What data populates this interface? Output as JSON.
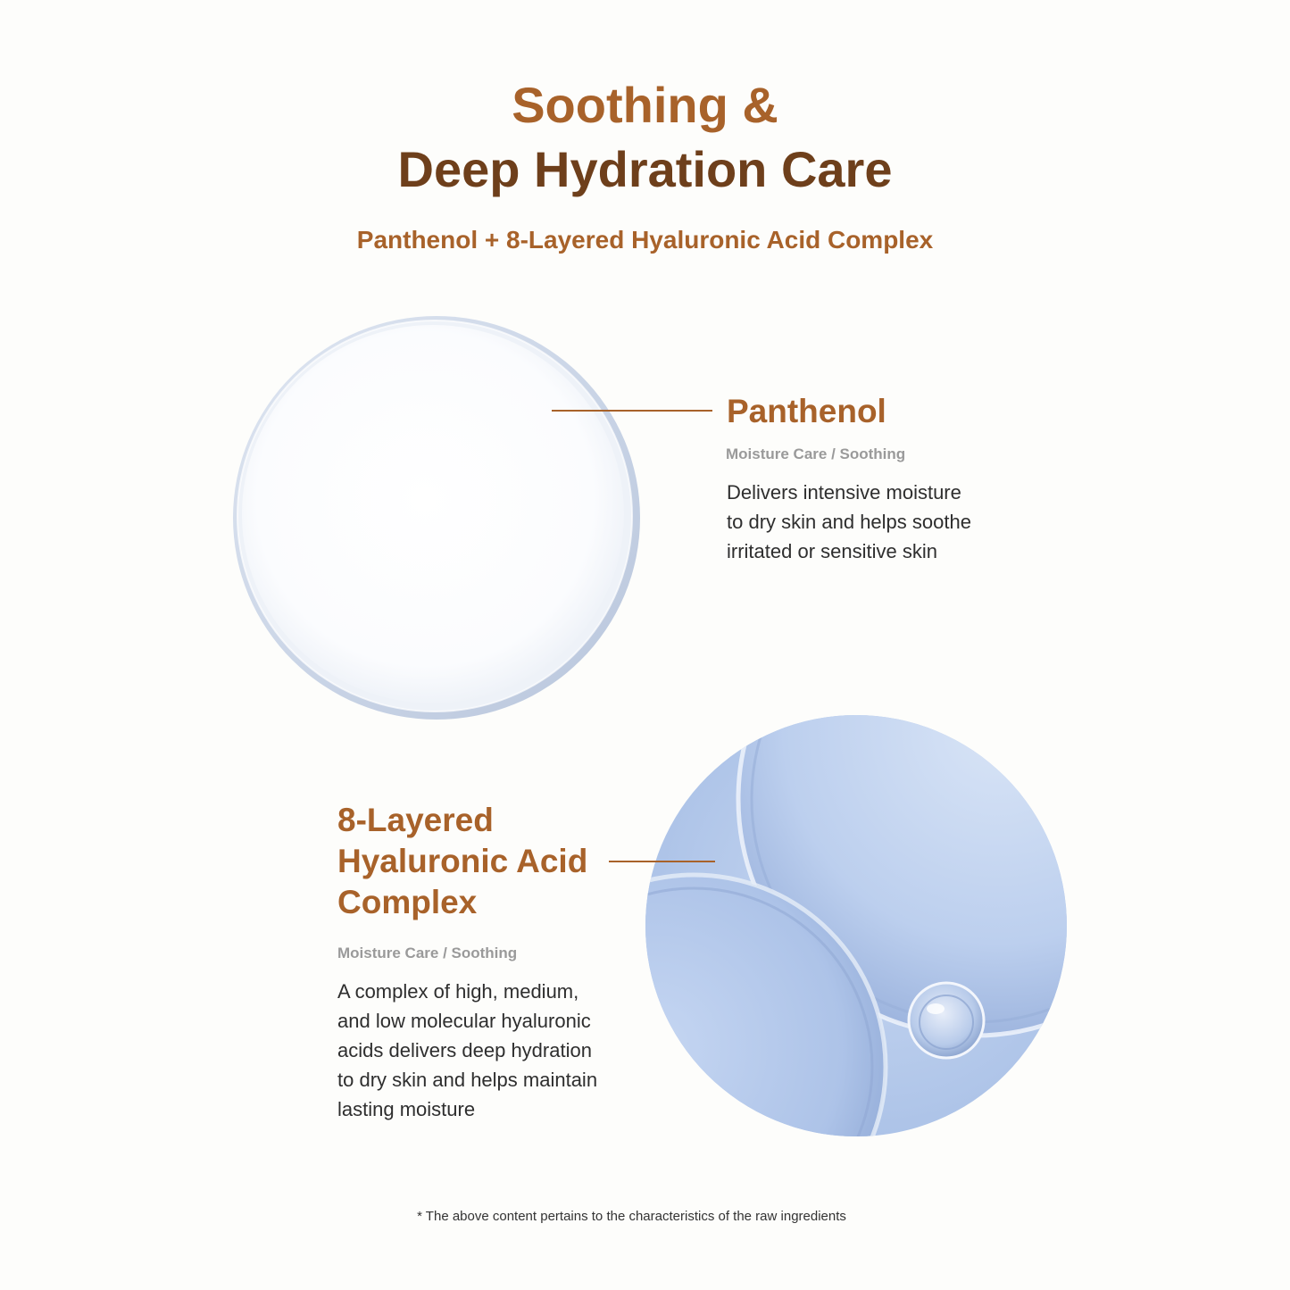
{
  "header": {
    "title_line1": "Soothing &",
    "title_line2": "Deep Hydration Care",
    "subtitle": "Panthenol + 8-Layered Hyaluronic Acid Complex"
  },
  "ingredients": [
    {
      "name": "Panthenol",
      "tag": "Moisture Care / Soothing",
      "description_lines": [
        "Delivers intensive moisture",
        "to dry skin and helps soothe",
        "irritated or sensitive skin"
      ]
    },
    {
      "name_lines": [
        "8-Layered",
        "Hyaluronic Acid",
        "Complex"
      ],
      "tag": "Moisture Care / Soothing",
      "description_lines": [
        "A complex of high, medium,",
        "and low molecular hyaluronic",
        "acids delivers deep hydration",
        "to dry skin and helps maintain",
        "lasting moisture"
      ]
    }
  ],
  "footnote": "* The above content pertains to the characteristics of the raw ingredients",
  "colors": {
    "accent": "#a8622a",
    "accent_dark": "#6e3f1b",
    "tag_gray": "#9a9a9a",
    "body_text": "#2e2e2e",
    "background": "#fdfdfb",
    "hydration_blue": "#b3c8ea"
  }
}
